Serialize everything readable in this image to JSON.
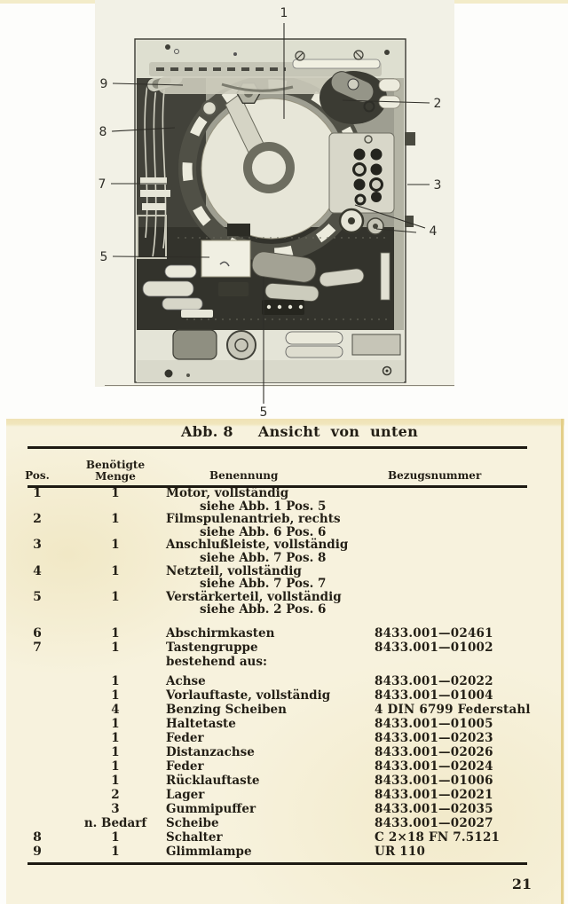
{
  "page": {
    "number": "21"
  },
  "colors": {
    "ink": "#231f16",
    "paper_cream": "#f7f2dd",
    "paper_white": "#fdfdfb",
    "page_edge_tan": "#e4cf89"
  },
  "figure": {
    "subject": "chassis-underside-photo",
    "caption": {
      "label": "Abb. 8",
      "title": "Ansicht von unten"
    },
    "callouts": [
      {
        "label": "1"
      },
      {
        "label": "2"
      },
      {
        "label": "3"
      },
      {
        "label": "4"
      },
      {
        "label": "5"
      },
      {
        "label": "5"
      },
      {
        "label": "7"
      },
      {
        "label": "8"
      },
      {
        "label": "9"
      }
    ]
  },
  "table": {
    "headers": {
      "pos": "Pos.",
      "qty_line1": "Benötigte",
      "qty_line2": "Menge",
      "name": "Benennung",
      "ref": "Bezugsnummer"
    },
    "rows": [
      {
        "pos": "1",
        "qty": "1",
        "name": "Motor, vollständig",
        "sub": "siehe Abb. 1 Pos. 5"
      },
      {
        "pos": "2",
        "qty": "1",
        "name": "Filmspulenantrieb, rechts",
        "sub": "siehe Abb. 6 Pos. 6"
      },
      {
        "pos": "3",
        "qty": "1",
        "name": "Anschlußleiste, vollständig",
        "sub": "siehe Abb. 7 Pos. 8"
      },
      {
        "pos": "4",
        "qty": "1",
        "name": "Netzteil, vollständig",
        "sub": "siehe Abb. 7 Pos. 7"
      },
      {
        "pos": "5",
        "qty": "1",
        "name": "Verstärkerteil, vollständig",
        "sub": "siehe Abb. 2 Pos. 6"
      },
      {
        "pos": "6",
        "qty": "1",
        "name": "Abschirmkasten",
        "ref": "8433.001—02461"
      },
      {
        "pos": "7",
        "qty": "1",
        "name": "Tastengruppe",
        "note": "bestehend aus:",
        "ref": "8433.001—01002"
      },
      {
        "qty": "1",
        "name": "Achse",
        "ref": "8433.001—02022"
      },
      {
        "qty": "1",
        "name": "Vorlauftaste, vollständig",
        "ref": "8433.001—01004"
      },
      {
        "qty": "4",
        "name": "Benzing Scheiben",
        "ref": "4 DIN 6799 Federstahl"
      },
      {
        "qty": "1",
        "name": "Haltetaste",
        "ref": "8433.001—01005"
      },
      {
        "qty": "1",
        "name": "Feder",
        "ref": "8433.001—02023"
      },
      {
        "qty": "1",
        "name": "Distanzachse",
        "ref": "8433.001—02026"
      },
      {
        "qty": "1",
        "name": "Feder",
        "ref": "8433.001—02024"
      },
      {
        "qty": "1",
        "name": "Rücklauftaste",
        "ref": "8433.001—01006"
      },
      {
        "qty": "2",
        "name": "Lager",
        "ref": "8433.001—02021"
      },
      {
        "qty": "3",
        "name": "Gummipuffer",
        "ref": "8433.001—02035"
      },
      {
        "qty": "n. Bedarf",
        "name": "Scheibe",
        "ref": "8433.001—02027"
      },
      {
        "pos": "8",
        "qty": "1",
        "name": "Schalter",
        "ref": "C 2×18 FN 7.5121"
      },
      {
        "pos": "9",
        "qty": "1",
        "name": "Glimmlampe",
        "ref": "UR 110"
      }
    ]
  }
}
